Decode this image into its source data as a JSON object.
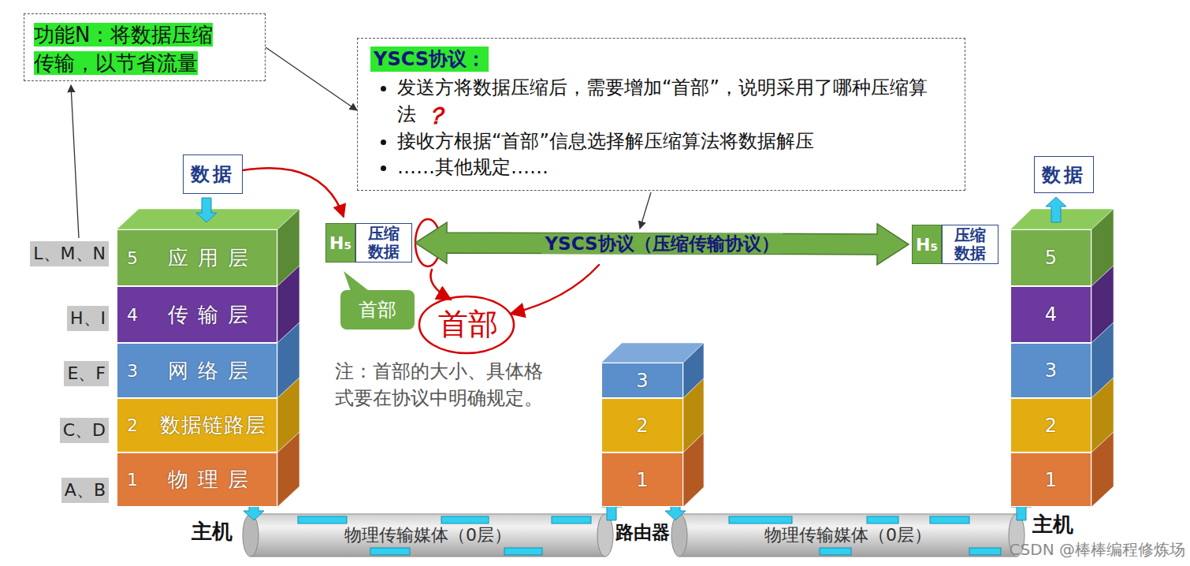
{
  "diagram": {
    "nodes": [
      {
        "text": [
          "功能N：将数据压缩传输，以节省流量"
        ]
      },
      {
        "text": [
          "YSCS协议：",
          "发送方将数据压缩后，需要增加“首部”，说明采用了哪种压缩算法",
          "接收方根据“首部”信息选择解压缩算法将数据解压",
          "……其他规定……"
        ]
      },
      {
        "text": [
          "数据"
        ]
      },
      {
        "text": [
          "5",
          "应用层"
        ]
      },
      {
        "text": [
          "4",
          "传输层"
        ]
      },
      {
        "text": [
          "3",
          "网络层"
        ]
      },
      {
        "text": [
          "2",
          "数据链路层"
        ]
      },
      {
        "text": [
          "1",
          "物理层"
        ]
      },
      {
        "text": [
          "H₅"
        ]
      },
      {
        "text": [
          "压缩数据"
        ]
      },
      {
        "text": [
          "首部"
        ]
      },
      {
        "text": [
          "3"
        ]
      },
      {
        "text": [
          "2"
        ]
      },
      {
        "text": [
          "1"
        ]
      },
      {
        "text": [
          "数据"
        ]
      },
      {
        "text": [
          "5"
        ]
      },
      {
        "text": [
          "4"
        ]
      },
      {
        "text": [
          "3"
        ]
      },
      {
        "text": [
          "2"
        ]
      },
      {
        "text": [
          "1"
        ]
      },
      {
        "text": [
          "H₅"
        ]
      },
      {
        "text": [
          "压缩数据"
        ]
      },
      {
        "text": [
          "物理传输媒体（0层）"
        ]
      },
      {
        "text": [
          "物理传输媒体（0层）"
        ]
      }
    ],
    "edges": [
      {
        "from": 0,
        "to": 1,
        "arrow": "to"
      },
      {
        "from": 2,
        "to": 8,
        "arrow": "to"
      },
      {
        "from": 2,
        "to": 3,
        "arrow": "to"
      },
      {
        "from": 3,
        "to": 4,
        "arrow": "to"
      },
      {
        "from": 4,
        "to": 5,
        "arrow": "to"
      },
      {
        "from": 5,
        "to": 6,
        "arrow": "to"
      },
      {
        "from": 6,
        "to": 7,
        "arrow": "to"
      },
      {
        "from": 7,
        "to": 22,
        "arrow": "to"
      },
      {
        "from": 22,
        "to": 13,
        "arrow": "to"
      },
      {
        "from": 13,
        "to": 12,
        "arrow": "to"
      },
      {
        "from": 12,
        "to": 11,
        "arrow": "to"
      },
      {
        "from": 11,
        "to": 12,
        "arrow": "to"
      },
      {
        "from": 12,
        "to": 13,
        "arrow": "to"
      },
      {
        "from": 13,
        "to": 23,
        "arrow": "to"
      },
      {
        "from": 23,
        "to": 19,
        "arrow": "to"
      },
      {
        "from": 19,
        "to": 18,
        "arrow": "to"
      },
      {
        "from": 18,
        "to": 17,
        "arrow": "to"
      },
      {
        "from": 17,
        "to": 16,
        "arrow": "to"
      },
      {
        "from": 16,
        "to": 15,
        "arrow": "to"
      },
      {
        "from": 15,
        "to": 14,
        "arrow": "to"
      },
      {
        "from": 9,
        "to": 20,
        "arrow": "both",
        "label": "YSCS协议（压缩传输协议）"
      }
    ],
    "labels": [
      "L、M、N",
      "H、I",
      "E、F",
      "C、D",
      "A、B",
      "？",
      "首部",
      "注：首部的大小、具体格式要在协议中明确规定。",
      "主机",
      "路由器",
      "主机",
      "CSDN @棒棒编程修炼场"
    ]
  }
}
